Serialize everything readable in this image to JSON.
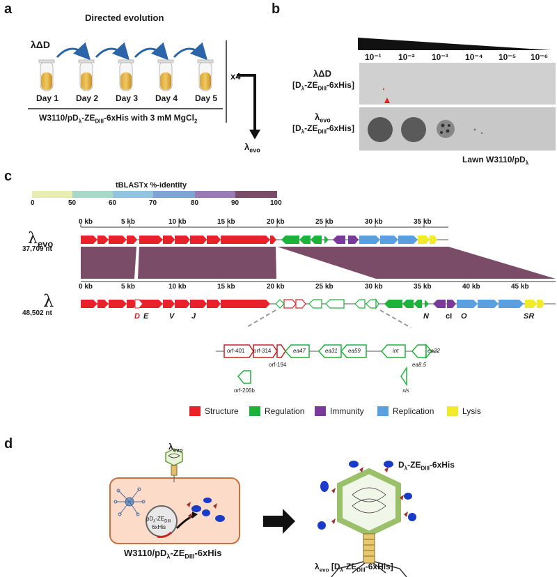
{
  "panel_a": {
    "letter": "a",
    "title": "Directed evolution",
    "start_label": "λΔD",
    "days": [
      "Day 1",
      "Day 2",
      "Day 3",
      "Day 4",
      "Day 5"
    ],
    "strain_prefix": "W3110/pD",
    "strain_sub1": "λ",
    "strain_mid": "-ZE",
    "strain_sub2": "DIII",
    "strain_suffix": "-6xHis with 3 mM MgCl",
    "strain_sub3": "2",
    "repeat": "x4",
    "result_main": "λ",
    "result_sub": "evo"
  },
  "panel_b": {
    "letter": "b",
    "dilutions": [
      "10⁻¹",
      "10⁻²",
      "10⁻³",
      "10⁻⁴",
      "10⁻⁵",
      "10⁻⁶"
    ],
    "row1_main": "λΔD",
    "row1_sub_prefix": "[D",
    "row1_sub_a": "λ",
    "row1_sub_mid": "-ZE",
    "row1_sub_b": "DIII",
    "row1_sub_suffix": "-6xHis]",
    "row2_main": "λ",
    "row2_main_sub": "evo",
    "lawn_prefix": "Lawn W3110/pD",
    "lawn_sub": "λ"
  },
  "panel_c": {
    "letter": "c",
    "legend_title": "tBLASTx %-identity",
    "legend_ticks": [
      "0",
      "50",
      "60",
      "70",
      "80",
      "90",
      "100"
    ],
    "legend_colors": [
      "#e8edb0",
      "#a8d8c8",
      "#8ec5e0",
      "#7fa5d8",
      "#9b7ab8",
      "#7a4c68"
    ],
    "evo_name_main": "λ",
    "evo_name_sub": "evo",
    "evo_length": "37,709 nt",
    "lambda_name": "λ",
    "lambda_length": "48,502 nt",
    "evo_ticks": [
      "0 kb",
      "5 kb",
      "10 kb",
      "15 kb",
      "20 kb",
      "25 kb",
      "30 kb",
      "35 kb"
    ],
    "lambda_ticks": [
      "0 kb",
      "5 kb",
      "10 kb",
      "15 kb",
      "20 kb",
      "25 kb",
      "30 kb",
      "35 kb",
      "40 kb",
      "45 kb"
    ],
    "gene_labels": {
      "D": "D",
      "E": "E",
      "V": "V",
      "J": "J",
      "N": "N",
      "cI": "cI",
      "O": "O",
      "SR": "SR"
    },
    "inset_genes": [
      "orf-401",
      "orf-314",
      "ea47",
      "ea31",
      "ea59",
      "int",
      "ea22"
    ],
    "inset_below": [
      "orf-194",
      "ea8.5",
      "orf-206b",
      "xis"
    ],
    "categories": [
      {
        "label": "Structure",
        "color": "#e8212a"
      },
      {
        "label": "Regulation",
        "color": "#1db33a"
      },
      {
        "label": "Immunity",
        "color": "#7a3a9a"
      },
      {
        "label": "Replication",
        "color": "#5aa0e0"
      },
      {
        "label": "Lysis",
        "color": "#f2ea2a"
      }
    ]
  },
  "panel_d": {
    "letter": "d",
    "phage_main": "λ",
    "phage_sub": "evo",
    "plasmid_prefix": "pD",
    "plasmid_sub": "λ",
    "plasmid_mid": "-ZE",
    "plasmid_sub2": "DIII",
    "plasmid_line2": "6xHis",
    "cell_prefix": "W3110/pD",
    "cell_sub": "λ",
    "cell_mid": "-ZE",
    "cell_sub2": "DIII",
    "cell_suffix": "-6xHis",
    "fusion_prefix": "D",
    "fusion_sub": "λ",
    "fusion_mid": "-ZE",
    "fusion_sub2": "DIII",
    "fusion_suffix": "-6xHis",
    "final_main": "λ",
    "final_sub": "evo",
    "final_bracket_prefix": " [D",
    "final_bracket_sub": "λ",
    "final_bracket_mid": "-ZE",
    "final_bracket_sub2": "DIII",
    "final_bracket_suffix": "-6xHis]"
  }
}
